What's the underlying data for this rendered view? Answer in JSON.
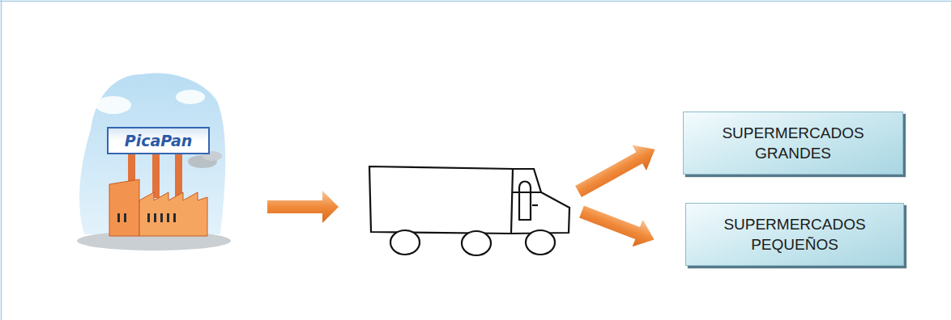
{
  "diagram": {
    "nodes": [
      {
        "text": [
          "SUPERMERCADOS GRANDES"
        ]
      },
      {
        "text": [
          "SUPERMERCADOS PEQUEÑOS"
        ]
      }
    ],
    "labels": [
      "PicaPan"
    ]
  }
}
